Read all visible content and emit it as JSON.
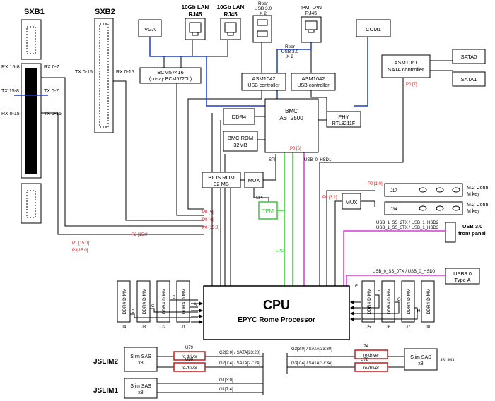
{
  "colors": {
    "black_wire": "#000000",
    "blue_wire": "#1f3fbf",
    "green_wire": "#2fcf2f",
    "magenta_wire": "#d43fd4",
    "red_label": "#d01818",
    "red_box": "#d01818"
  },
  "slots": {
    "sxb1": "SXB1",
    "sxb2": "SXB2",
    "rx_15_8": "RX 15-8",
    "tx_15_8": "TX 15-8",
    "rx_0_15_left": "RX 0-15",
    "rx_0_7": "RX 0-7",
    "tx_0_7": "TX 0-7",
    "tx_0_15_left": "TX 0-15",
    "tx_0_15_sxb2": "TX 0-15",
    "rx_0_15_sxb2": "RX 0-15"
  },
  "top": {
    "vga": "VGA",
    "lan1_line1": "10Gb LAN",
    "lan1_line2": "RJ45",
    "lan2_line1": "10Gb LAN",
    "lan2_line2": "RJ45",
    "rear_usb_line1": "Rear",
    "rear_usb_line2": "USB 3.0",
    "rear_usb_line3": "X 2",
    "ipmi_line1": "IPMI LAN",
    "ipmi_line2": "RJ45",
    "rear_usb2_line1": "Rear",
    "rear_usb2_line2": "USB 3.0",
    "rear_usb2_line3": "X 2",
    "com1": "COM1",
    "bcm_line1": "BCM57416",
    "bcm_line2": "(co-lay BCM5720L)",
    "asm1042a_line1": "ASM1042",
    "asm1042a_line2": "USB controller",
    "asm1042b_line1": "ASM1042",
    "asm1042b_line2": "USB controller",
    "asm1061_line1": "ASM1061",
    "asm1061_line2": "SATA controller",
    "sata0": "SATA0",
    "sata1": "SATA1",
    "p0_7": "P0 [7]"
  },
  "mid": {
    "ddr4": "DDR4",
    "bmc_line1": "BMC",
    "bmc_line2": "AST2500",
    "phy_line1": "PHY",
    "phy_line2": "RTL8211F",
    "bmc_rom_line1": "BMC ROM",
    "bmc_rom_line2": "32MB",
    "bios_rom_line1": "BIOS ROM",
    "bios_rom_line2": "32 MB",
    "mux1": "MUX",
    "mux2": "MUX",
    "tpm": "TPM",
    "spi1": "SPI",
    "spi2": "SPI",
    "lpc": "LPC",
    "p0_6": "P0 [6]",
    "usb_0_hsd1": "USB_0_HSD1",
    "p0_1_0": "P0 [1:0]",
    "p0_3_2": "P0 [3:2]",
    "j17": "J17",
    "j34": "J34",
    "m2_1_line1": "M.2 Conn",
    "m2_1_line2": "M key",
    "m2_2_line1": "M.2 Conn",
    "m2_2_line2": "M key",
    "usb_front_1": "USB_1_SS_2TX / USB_1_HSD2",
    "usb_front_2": "USB_1_SS_3TX / USB_1_HSD3",
    "usb_front_label_line1": "USB 3.0",
    "usb_front_label_line2": "front panel",
    "usb_a_bus": "USB_0_SS_0TX / USB_0_HSD0",
    "usb_a_line1": "USB3.0",
    "usb_a_line2": "Type A",
    "p0_5": "P0 [5]",
    "p0_4": "P0 [4]",
    "p0_15_8": "P0 [15:8]",
    "p2_15_0": "P2 [15:0]",
    "p1_15_0": "P1 [15:0]",
    "p3_15_0": "P3[15:0]"
  },
  "cpu": {
    "title": "CPU",
    "subtitle": "EPYC Rome Processor"
  },
  "dimms": {
    "label": "DDR4 DIMM",
    "left_names": [
      "J4",
      "J3",
      "J2",
      "J1"
    ],
    "right_names": [
      "J5",
      "J6",
      "J7",
      "J8"
    ],
    "ch_a": "A",
    "ch_b": "B",
    "ch_c": "C",
    "ch_d": "D",
    "ch_e": "E",
    "ch_f": "F",
    "ch_g": "G",
    "ch_h": "H"
  },
  "bottom": {
    "jslim2": "JSLIM2",
    "jslim1": "JSLIM1",
    "jslim3": "JSLIM3",
    "slim_line1": "Slim SAS",
    "slim_line2": "x8",
    "u79": "U79",
    "u80": "U80",
    "u74": "U74",
    "u78": "U78",
    "redriver": "re-driver",
    "g2_3_0": "G2[3:0] / SATA[23:20]",
    "g2_7_4": "G2[7:4] / SATA[27:24]",
    "g1_3_0": "G1[3:0]",
    "g1_7_4": "G1[7:4]",
    "g3_3_0": "G3[3:0] / SATA[33:30]",
    "g3_7_4": "G3[7:4] / SATA[37:34]"
  }
}
